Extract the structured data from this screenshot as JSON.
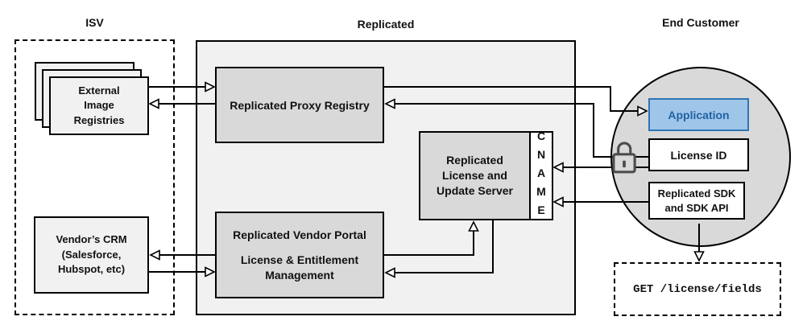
{
  "titles": {
    "isv": "ISV",
    "replicated": "Replicated",
    "end_customer": "End Customer"
  },
  "nodes": {
    "external_registries": {
      "label": "External\nImage\nRegistries"
    },
    "vendor_crm": {
      "label": "Vendor’s CRM\n(Salesforce,\nHubspot, etc)"
    },
    "proxy_registry": {
      "label": "Replicated Proxy Registry"
    },
    "license_update_server": {
      "label": "Replicated\nLicense and\nUpdate Server",
      "cname_label": "CNAME"
    },
    "vendor_portal": {
      "title": "Replicated Vendor Portal",
      "subtitle": "License & Entitlement\nManagement"
    },
    "application": {
      "label": "Application"
    },
    "license_id": {
      "label": "License ID"
    },
    "replicated_sdk": {
      "label": "Replicated SDK\nand SDK API"
    },
    "get_request": {
      "label": "GET /license/fields"
    }
  },
  "icons": {
    "lock": "unlocked-padlock-icon"
  },
  "colors": {
    "accent_blue_fill": "#9fc5e8",
    "accent_blue_border": "#2e75b6",
    "node_gray": "#d9d9d9",
    "panel_gray": "#f1f1f1",
    "line_black": "#000000"
  }
}
